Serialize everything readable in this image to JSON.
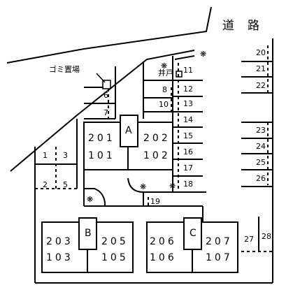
{
  "road_label": "道　路",
  "garbage_label": "ゴミ置場",
  "well_label": "井戸",
  "buildings": [
    {
      "id": "A",
      "rooms_top": [
        "201",
        "202"
      ],
      "rooms_bottom": [
        "101",
        "102"
      ]
    },
    {
      "id": "B",
      "rooms_top": [
        "203",
        "205"
      ],
      "rooms_bottom": [
        "103",
        "105"
      ]
    },
    {
      "id": "C",
      "rooms_top": [
        "206",
        "207"
      ],
      "rooms_bottom": [
        "106",
        "107"
      ]
    }
  ],
  "parking_slots": [
    "1",
    "2",
    "3",
    "5",
    "6",
    "7",
    "8",
    "10",
    "11",
    "12",
    "13",
    "14",
    "15",
    "16",
    "17",
    "18",
    "19",
    "20",
    "21",
    "22",
    "23",
    "24",
    "25",
    "26",
    "27",
    "28"
  ],
  "tree_symbol": "❋"
}
